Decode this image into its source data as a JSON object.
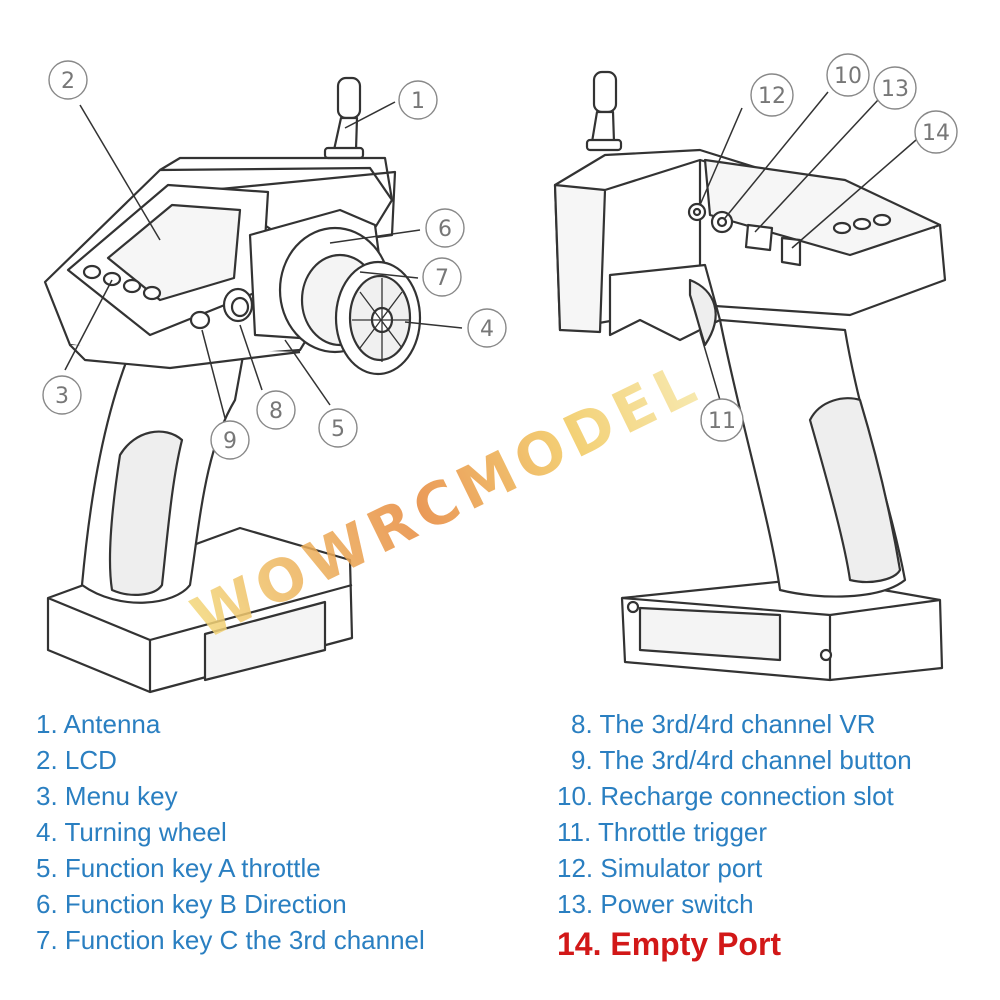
{
  "watermark": "WOWRCMODEL",
  "callouts": [
    {
      "id": "callout-1",
      "label": "1"
    },
    {
      "id": "callout-2",
      "label": "2"
    },
    {
      "id": "callout-3",
      "label": "3"
    },
    {
      "id": "callout-4",
      "label": "4"
    },
    {
      "id": "callout-5",
      "label": "5"
    },
    {
      "id": "callout-6",
      "label": "6"
    },
    {
      "id": "callout-7",
      "label": "7"
    },
    {
      "id": "callout-8",
      "label": "8"
    },
    {
      "id": "callout-9",
      "label": "9"
    },
    {
      "id": "callout-10",
      "label": "10"
    },
    {
      "id": "callout-11",
      "label": "11"
    },
    {
      "id": "callout-12",
      "label": "12"
    },
    {
      "id": "callout-13",
      "label": "13"
    },
    {
      "id": "callout-14",
      "label": "14"
    }
  ],
  "legend": {
    "left": [
      "1. Antenna",
      "2. LCD",
      "3. Menu key",
      "4. Turning wheel",
      "5. Function key A throttle",
      "6. Function key B Direction",
      "7. Function key C the 3rd channel"
    ],
    "right": [
      "8. The 3rd/4rd channel VR",
      "9. The 3rd/4rd channel button",
      "10. Recharge connection slot",
      "11. Throttle trigger",
      "12. Simulator port",
      "13. Power switch",
      "14. Empty Port"
    ]
  },
  "colors": {
    "legend_text": "#2a7fc1",
    "emphasis": "#d21818",
    "line_art": "#333333",
    "callout": "#777777"
  }
}
